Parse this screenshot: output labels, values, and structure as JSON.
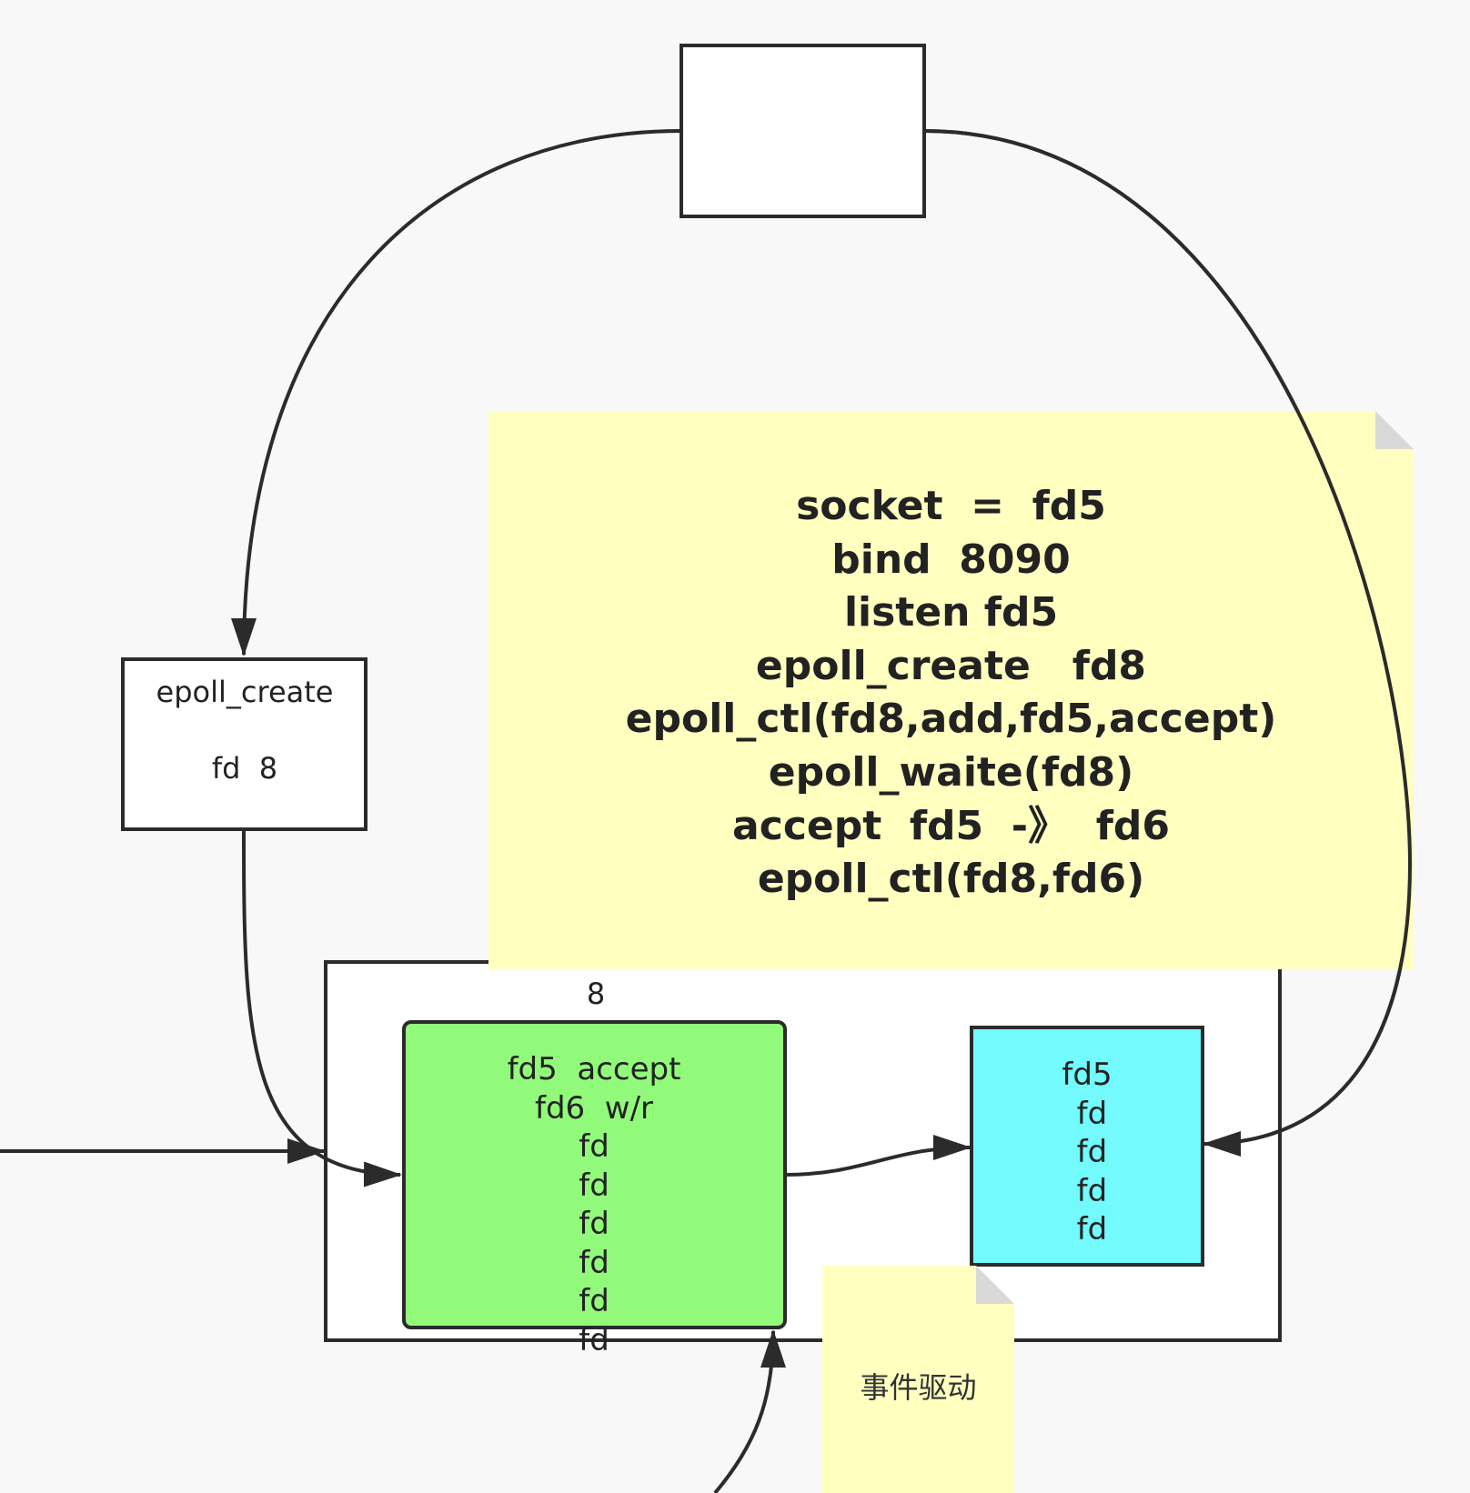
{
  "diagram": {
    "epoll_create_box": {
      "text": "epoll_create\n\nfd  8"
    },
    "epoll_instance": {
      "label": "8"
    },
    "interest_list": {
      "text": "fd5  accept\nfd6  w/r\nfd\nfd\nfd\nfd\nfd\nfd",
      "fill": "#92fa7a"
    },
    "ready_list": {
      "text": "fd5\n fd\n fd\n fd\n fd",
      "fill": "#72fafc"
    },
    "note_main": {
      "text": "socket  =  fd5\nbind  8090\nlisten fd5\nepoll_create   fd8\nepoll_ctl(fd8,add,fd5,accept)\nepoll_waite(fd8)\naccept  fd5  -》  fd6\nepoll_ctl(fd8,fd6)",
      "fill": "#ffffc0"
    },
    "note_event": {
      "text": "事件驱动",
      "fill": "#ffffc0"
    }
  }
}
